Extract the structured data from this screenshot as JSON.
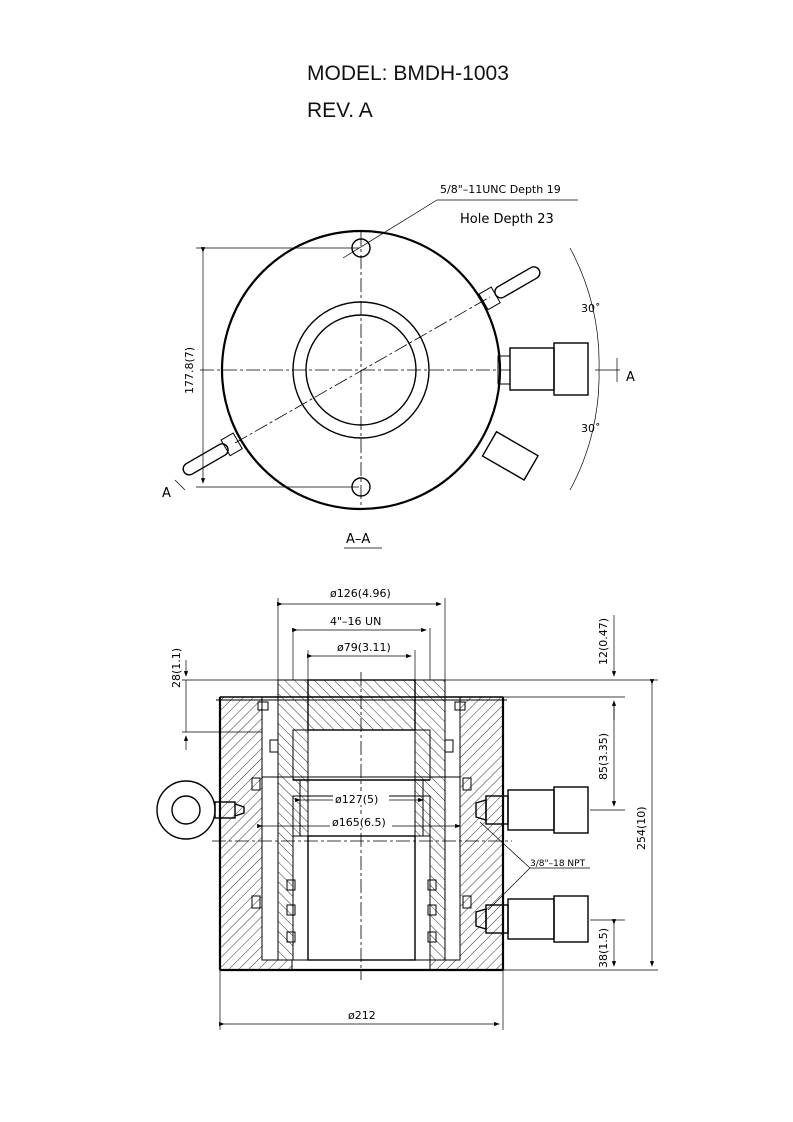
{
  "header": {
    "model": "MODEL: BMDH-1003",
    "rev": "REV. A"
  },
  "top_view": {
    "thread_note": "5/8\"–11UNC Depth 19",
    "hole_depth": "Hole Depth 23",
    "angle_upper": "30˚",
    "angle_lower": "30˚",
    "height_dim": "177.8(7)",
    "section_mark_right": "A",
    "section_mark_left": "A",
    "section_label": "A–A"
  },
  "section_view": {
    "dia_outer_top": "ø126(4.96)",
    "thread_top": "4\"–16  UN",
    "dia_bore": "ø79(3.11)",
    "dim_28": "28(1.1)",
    "dim_12": "12(0.47)",
    "dim_85": "85(3.35)",
    "dim_254": "254(10)",
    "dia_127": "ø127(5)",
    "dia_165": "ø165(6.5)",
    "npt_note": "3/8\"–18 NPT",
    "dim_38": "38(1.5)",
    "dia_base": "ø212"
  }
}
